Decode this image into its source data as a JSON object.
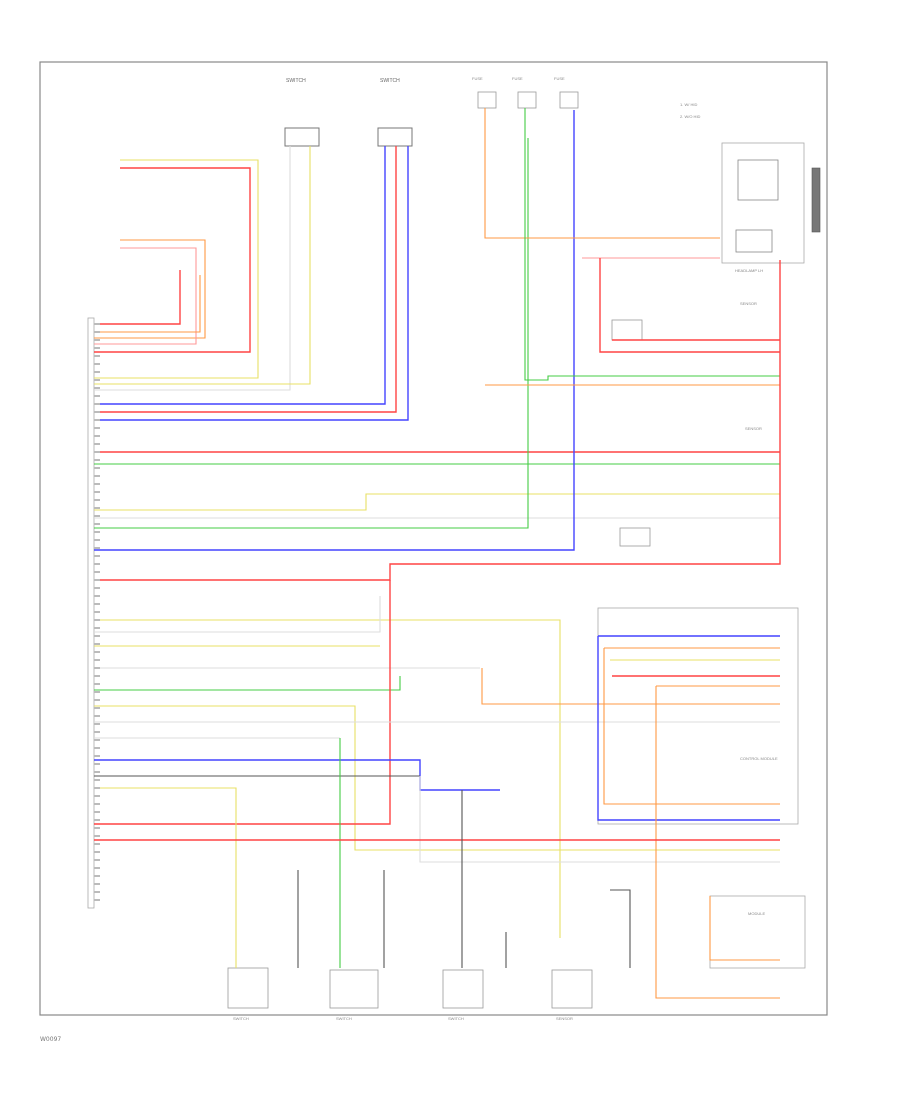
{
  "diagram_ref": "W0097",
  "colors": {
    "red": "#ff4444",
    "pink": "#ff9999",
    "orange": "#ff9944",
    "yellow": "#e8e066",
    "green": "#44cc44",
    "blue": "#4444ff",
    "black": "#555555",
    "gray": "#bbbbbb",
    "white": "#dddddd"
  },
  "legend": [
    "1. W/ HID",
    "2. W/O HID"
  ],
  "components": {
    "top_left_switch": "SWITCH",
    "top_right_switch": "SWITCH",
    "fuse1": "FUSE",
    "fuse2": "FUSE",
    "fuse3": "FUSE",
    "headlamp": "HEADLAMP LH",
    "right_sensor": "SENSOR",
    "left_sensor": "SENSOR",
    "module": "MODULE",
    "bottom_switch1": "SWITCH",
    "bottom_switch2": "SWITCH",
    "bottom_switch3": "SWITCH",
    "bottom_sensor": "SENSOR",
    "control_module": "CONTROL MODULE"
  }
}
